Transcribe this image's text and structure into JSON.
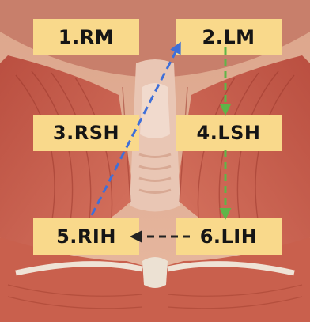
{
  "labels": {
    "rm": "1.RM",
    "lm": "2.LM",
    "rsh": "3.RSH",
    "lsh": "4.LSH",
    "rih": "5.RIH",
    "lih": "6.LIH"
  },
  "colors": {
    "label_background": "#f9d98b",
    "green_path": "#5fb548",
    "blue_path": "#3f6fd8",
    "black_path": "#222222"
  }
}
